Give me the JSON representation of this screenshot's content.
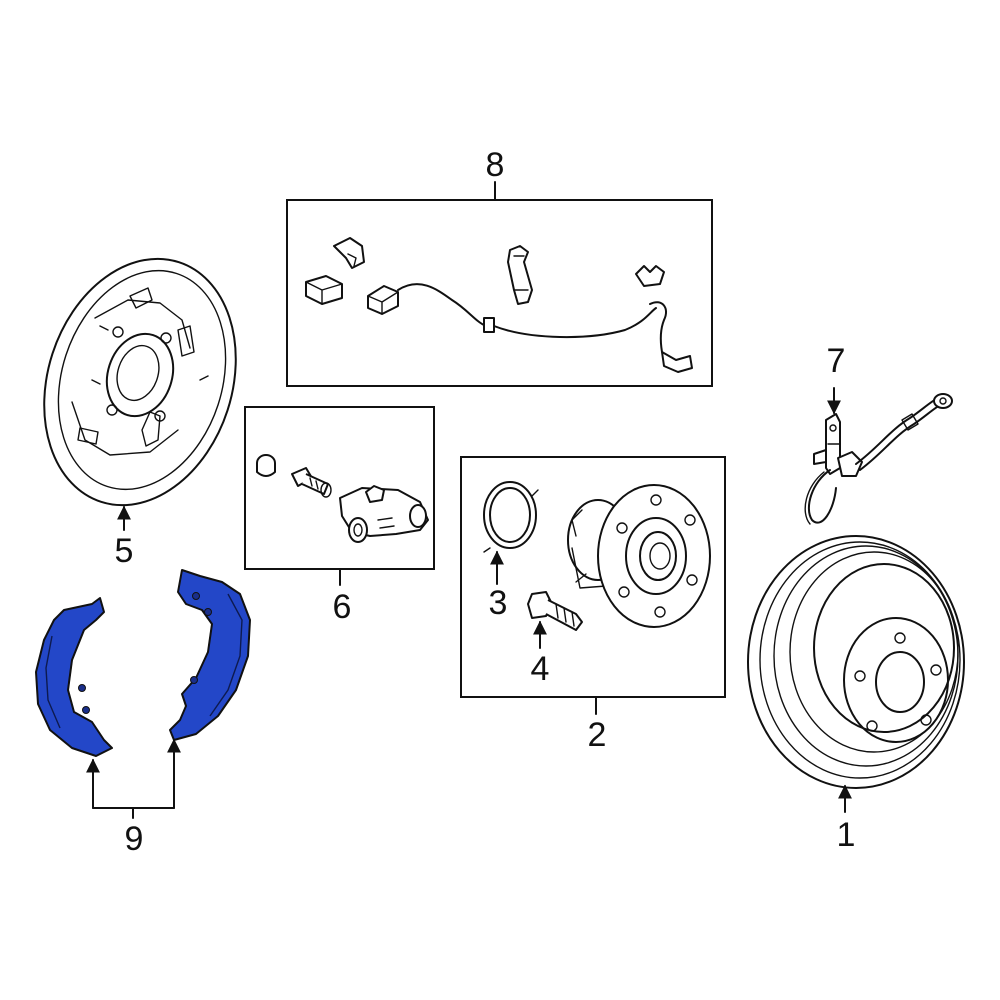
{
  "callouts": {
    "drum": "1",
    "hub_kit": "2",
    "seal_ring": "3",
    "wheel_stud": "4",
    "backing_plate": "5",
    "wheel_cylinder_kit": "6",
    "abs_sensor": "7",
    "wiring_harness_kit": "8",
    "brake_shoes": "9"
  },
  "colors": {
    "highlight": "#2347c8",
    "line": "#111111",
    "background": "#ffffff"
  }
}
